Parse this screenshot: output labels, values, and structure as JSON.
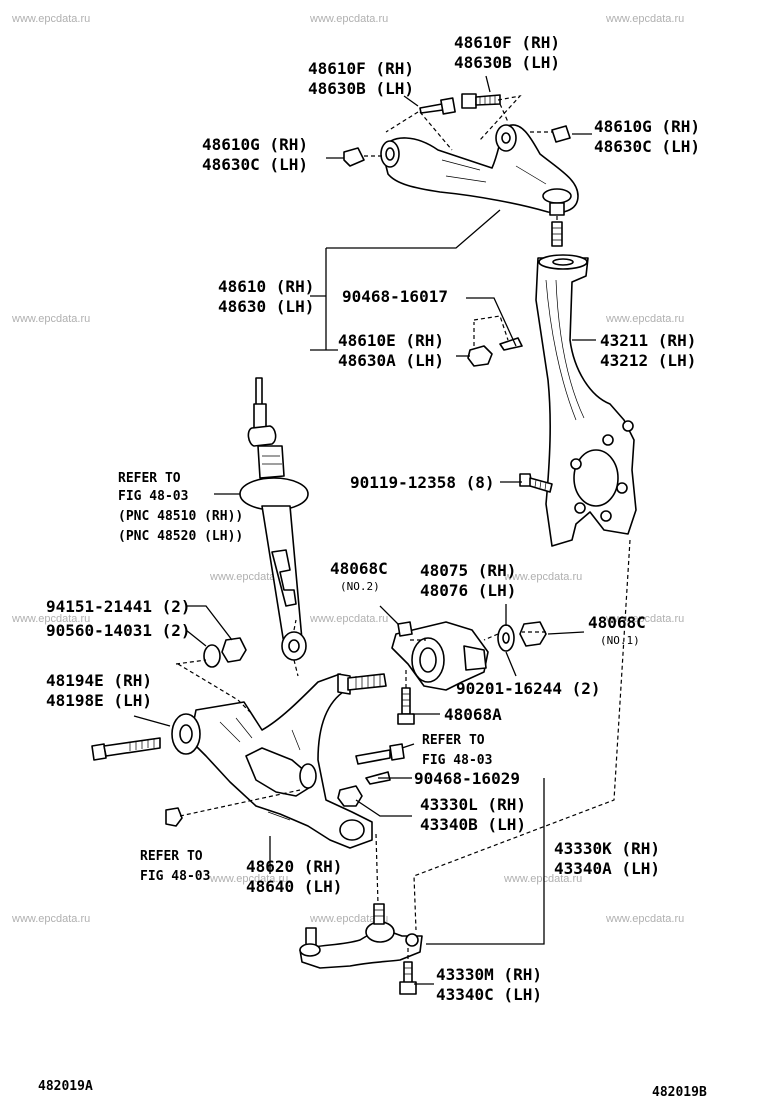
{
  "watermark": "www.epcdata.ru",
  "footer": {
    "left_code": "482019A",
    "right_code": "482019B"
  },
  "callouts": {
    "upper_arm_bolt_right": [
      "48610F (RH)",
      "48630B (LH)"
    ],
    "upper_arm_bolt_left": [
      "48610F (RH)",
      "48630B (LH)"
    ],
    "upper_arm_nut_right": [
      "48610G (RH)",
      "48630C (LH)"
    ],
    "upper_arm_nut_left": [
      "48610G (RH)",
      "48630C (LH)"
    ],
    "upper_arm": [
      "48610 (RH)",
      "48630 (LH)"
    ],
    "upper_cotter_pin": "90468-16017",
    "upper_ball_nut": [
      "48610E (RH)",
      "48630A (LH)"
    ],
    "steering_knuckle": [
      "43211 (RH)",
      "43212 (LH)"
    ],
    "knuckle_bolt": "90119-12358 (8)",
    "shock_refer": [
      "REFER TO",
      "FIG 48-03",
      "(PNC 48510 (RH))",
      "(PNC 48520 (LH))"
    ],
    "nut_94151": "94151-21441 (2)",
    "washer_90560": "90560-14031 (2)",
    "bushing_bolt_e": [
      "48194E (RH)",
      "48198E (LH)"
    ],
    "strut_nut_no2": [
      "48068C",
      "(NO.2)"
    ],
    "strut_bracket": [
      "48075 (RH)",
      "48076 (LH)"
    ],
    "strut_nut_no1": [
      "48068C",
      "(NO.1)"
    ],
    "washer_90201": "90201-16244 (2)",
    "strut_bolt_a": "48068A",
    "refer_mid": [
      "REFER TO",
      "FIG 48-03"
    ],
    "lower_cotter_pin": "90468-16029",
    "lower_ball_nut": [
      "43330L (RH)",
      "43340B (LH)"
    ],
    "refer_low": [
      "REFER TO",
      "FIG 48-03"
    ],
    "lower_arm": [
      "48620 (RH)",
      "48640 (LH)"
    ],
    "ball_joint": [
      "43330K (RH)",
      "43340A (LH)"
    ],
    "ball_joint_bolt": [
      "43330M (RH)",
      "43340C (LH)"
    ]
  }
}
